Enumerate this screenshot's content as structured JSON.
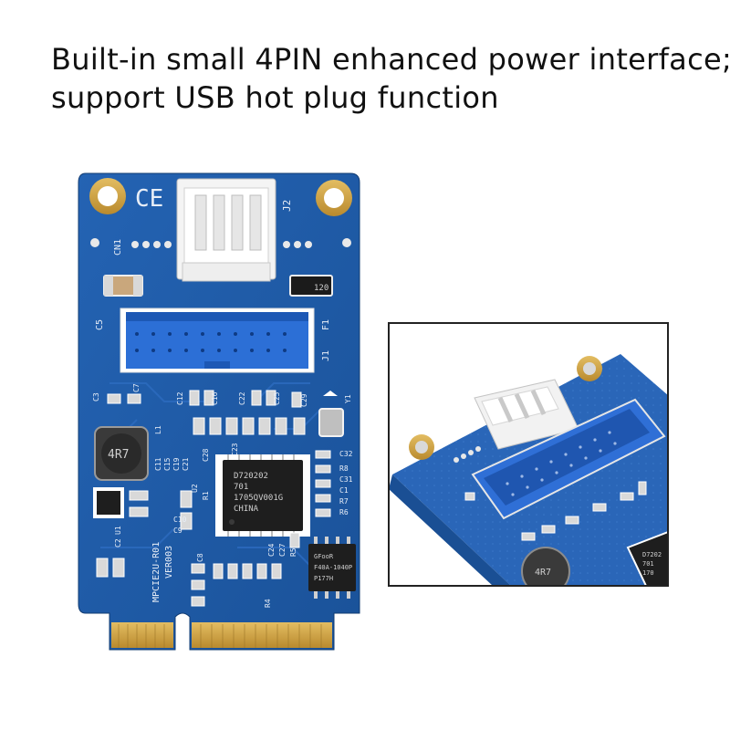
{
  "headline": {
    "line1": "Built-in small 4PIN enhanced power interface;",
    "line2": "support USB hot plug function"
  },
  "board": {
    "connector_labels": {
      "cn1": "CN1",
      "j2": "J2",
      "j1": "J1",
      "f1": "F1",
      "c5": "C5",
      "ce": "CE"
    },
    "component_labels": {
      "c3": "C3",
      "c7": "C7",
      "c12": "C12",
      "c16": "C16",
      "c22": "C22",
      "c25": "C25",
      "c29": "C29",
      "y1": "Y1",
      "l1": "L1",
      "c11": "C11",
      "c15": "C15",
      "c19": "C19",
      "c21": "C21",
      "c28": "C28",
      "c23": "C23",
      "u2": "U2",
      "r1": "R1",
      "c32": "C32",
      "r8": "R8",
      "c31": "C31",
      "c1": "C1",
      "r7": "R7",
      "r6": "R6",
      "c10": "C10",
      "c9": "C9",
      "c2": "C2",
      "u1": "U1",
      "c8": "C8",
      "c24": "C24",
      "c27": "C27",
      "r5": "R5",
      "r4": "R4",
      "resistor_120": "120"
    },
    "inductor_label": "4R7",
    "chip_text": [
      "D720202",
      "701",
      "1705QV001G",
      "CHINA"
    ],
    "flash_text": [
      "GFooR",
      "F40A-1040P",
      "P177H"
    ],
    "model_text": [
      "MPCIE2U-R01",
      "VER003"
    ]
  },
  "colors": {
    "pcb": "#1f5ba8",
    "pcb_dark": "#174a8c",
    "silkscreen": "#e8eef7",
    "gold": "#d4a94a",
    "usb_header": "#2c6fd6",
    "chip": "#1e1e1e",
    "connector_white": "#f2f2f2"
  },
  "inset": {
    "chip_text": [
      "D7202",
      "701",
      "170"
    ]
  }
}
